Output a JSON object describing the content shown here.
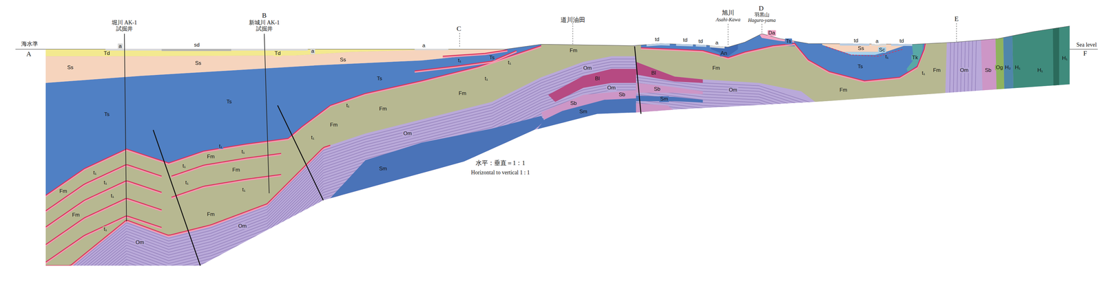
{
  "diagram": {
    "labels": [
      "海水準",
      "A",
      "堀川 AK-1 試掘井",
      "B",
      "新城川 AK-1 試掘井",
      "C",
      "道川油田",
      "旭川",
      "Asahi-Kawa",
      "D",
      "羽黒山",
      "Haguro-yama",
      "E",
      "Sea level",
      "F",
      "水平：垂直＝1：1",
      "Horizontal to vertical 1 : 1",
      "a",
      "Td",
      "sd",
      "Td",
      "a",
      "a",
      "Ss",
      "Ss",
      "Ss",
      "Ts",
      "Ts",
      "Ts",
      "Ts",
      "t₁",
      "t₁",
      "t₁",
      "Fm",
      "Fm",
      "t₁",
      "t₁",
      "t₁",
      "t₁",
      "Om",
      "t₁",
      "t₁",
      "Fm",
      "t₁",
      "Fm",
      "t₁",
      "t₁",
      "Fm",
      "Om",
      "t₁",
      "Fm",
      "t₁",
      "Fm",
      "Fm",
      "Om",
      "Sm",
      "Fm",
      "Om",
      "Bl",
      "Om",
      "Sb",
      "Sm",
      "Bl",
      "Sb",
      "Sm",
      "Sb",
      "td",
      "td",
      "td",
      "a",
      "An",
      "Da",
      "Ts",
      "Fm",
      "Om",
      "td",
      "a",
      "td",
      "Ss",
      "Sc",
      "t₁",
      "Ts",
      "Tk",
      "t₁",
      "Fm",
      "Fm",
      "Om",
      "Sb",
      "Og",
      "H₂",
      "H₁",
      "H₁",
      "H₁"
    ]
  }
}
